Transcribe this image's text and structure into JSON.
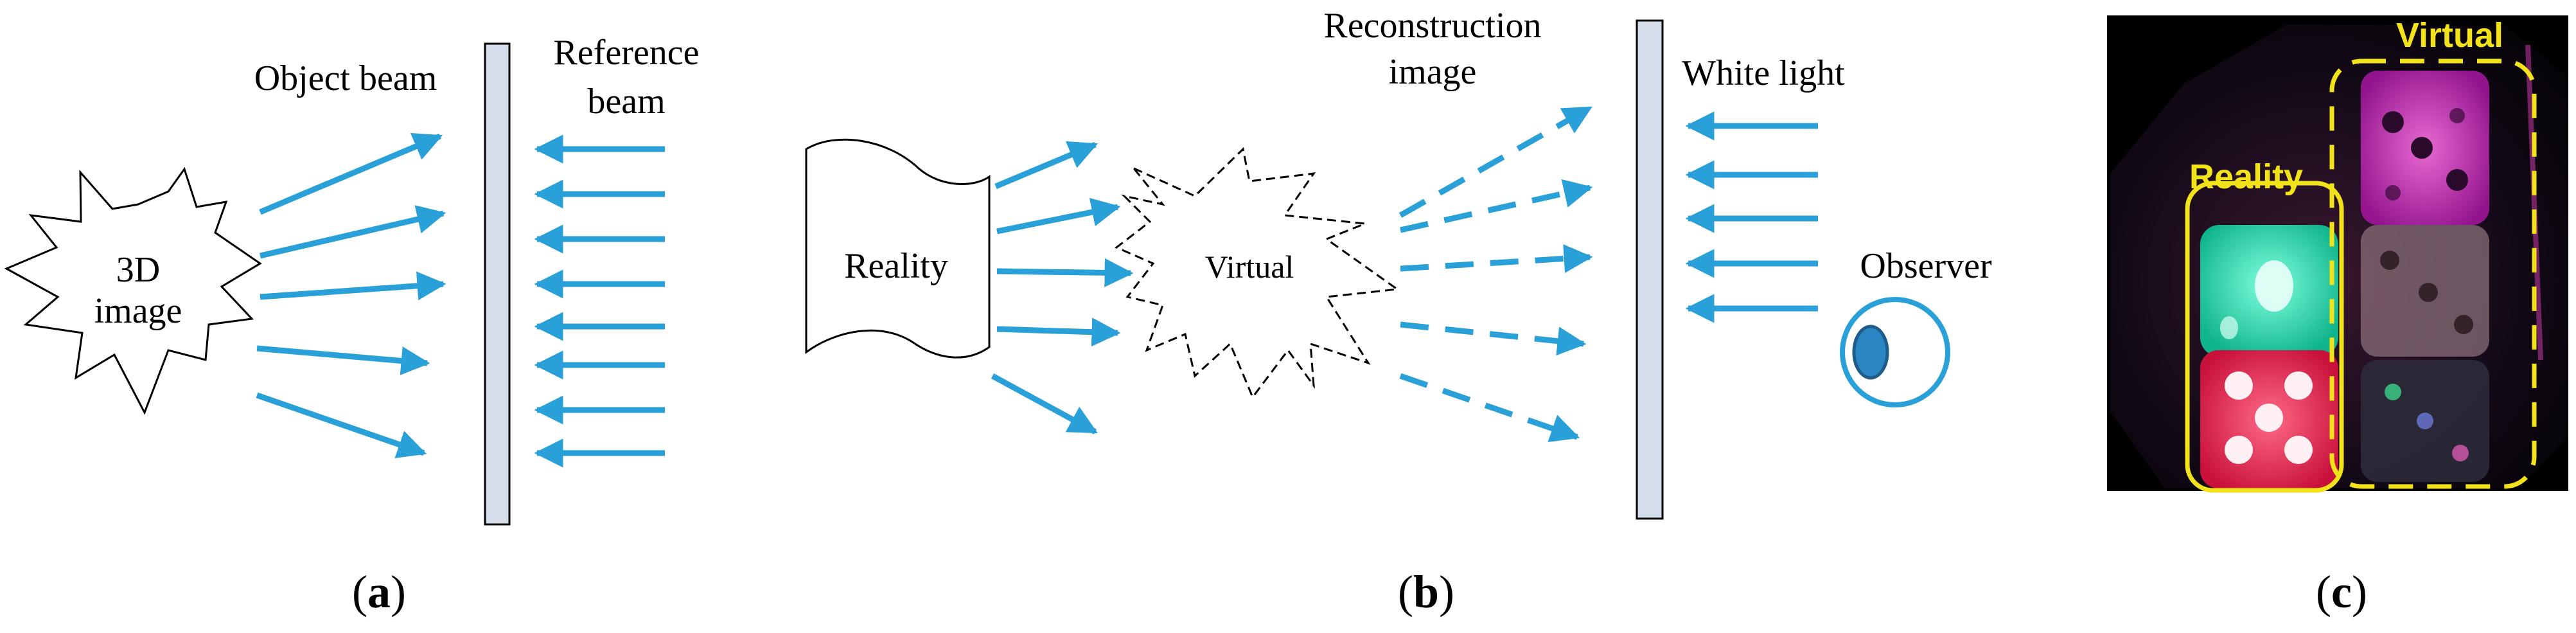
{
  "panel_a": {
    "object_beam_label": "Object beam",
    "reference_beam_label_line1": "Reference",
    "reference_beam_label_line2": "beam",
    "source_label_line1": "3D",
    "source_label_line2": "image",
    "caption": {
      "open": "(",
      "letter": "a",
      "close": ")"
    }
  },
  "panel_b": {
    "reconstruction_label_line1": "Reconstruction",
    "reconstruction_label_line2": "image",
    "white_light_label": "White light",
    "reality_label": "Reality",
    "virtual_label": "Virtual",
    "observer_label": "Observer",
    "caption": {
      "open": "(",
      "letter": "b",
      "close": ")"
    }
  },
  "panel_c": {
    "reality_label": "Reality",
    "virtual_label": "Virtual",
    "caption": {
      "open": "(",
      "letter": "c",
      "close": ")"
    }
  },
  "colors": {
    "beam": "#2aa0d8",
    "plate_fill": "#d5dcea",
    "plate_stroke": "#000000",
    "annotation": "#f2e21a",
    "photo_background": "#000000"
  }
}
